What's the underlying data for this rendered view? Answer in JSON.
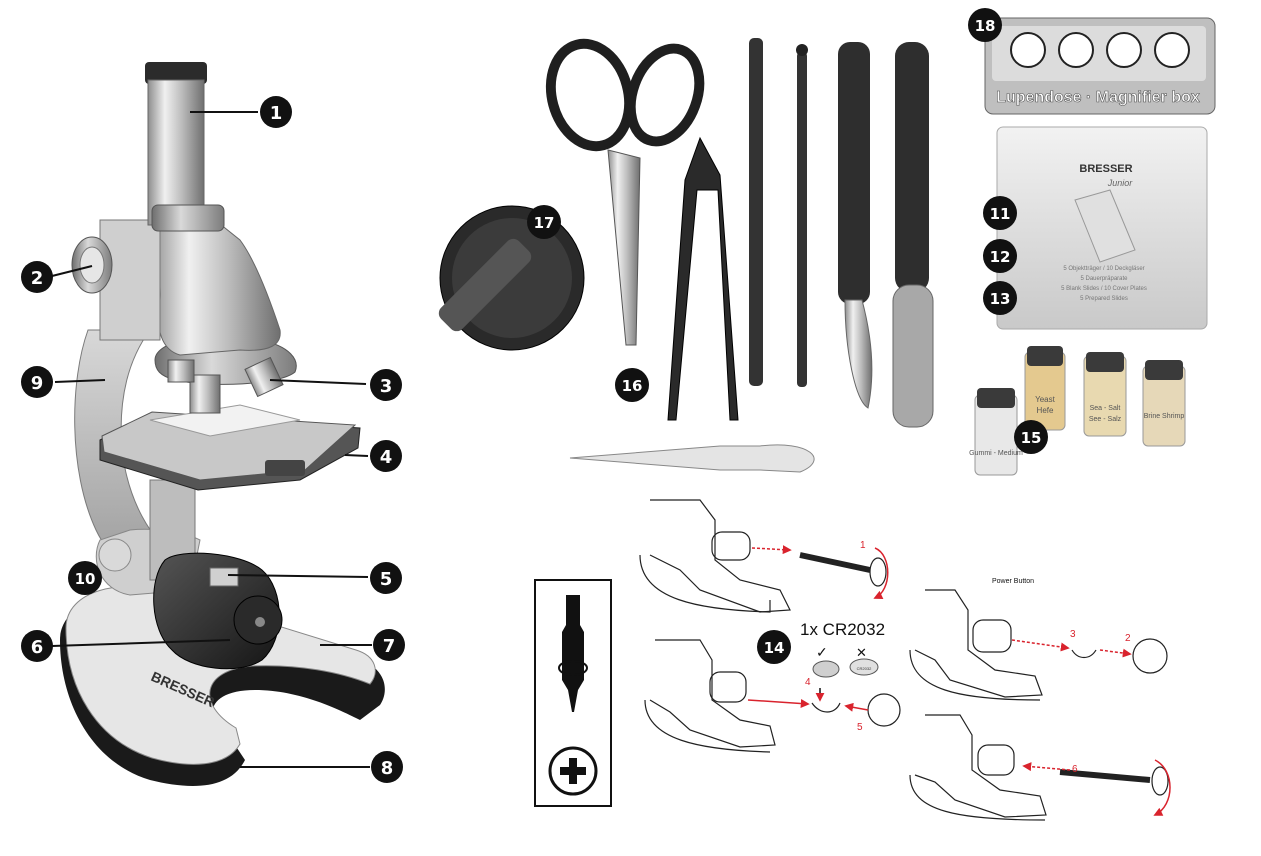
{
  "labels": {
    "n1": "1",
    "n2": "2",
    "n3": "3",
    "n4": "4",
    "n5": "5",
    "n6": "6",
    "n7": "7",
    "n8": "8",
    "n9": "9",
    "n10": "10",
    "n11": "11",
    "n12": "12",
    "n13": "13",
    "n14": "14",
    "n15": "15",
    "n16": "16",
    "n17": "17",
    "n18": "18"
  },
  "magnifier_box": {
    "text": "Lupendose · Magnifier box"
  },
  "slide_box": {
    "brand": "BRESSER",
    "sub": "Junior",
    "line1": "5 Objektträger / 10 Deckgläser",
    "line2": "5 Dauerpräparate",
    "line3": "5 Blank Slides / 10 Cover Plates",
    "line4": "5 Prepared Slides"
  },
  "vials": {
    "v1": "Hefe",
    "v1b": "Yeast",
    "v2": "Sea - Salt",
    "v2b": "See - Salz",
    "v3": "Brine Shrimp",
    "v4": "Gummi - Medium"
  },
  "microscope": {
    "brand": "BRESSER"
  },
  "battery": {
    "type": "1x CR2032",
    "ok": "✓",
    "no": "✕",
    "coin": "CR2032",
    "power_button": "Power Button",
    "s1": "1",
    "s2": "2",
    "s3": "3",
    "s4": "4",
    "s5": "5",
    "s6": "6"
  },
  "colors": {
    "arrow": "#d9232d",
    "label_bg": "#111111"
  }
}
